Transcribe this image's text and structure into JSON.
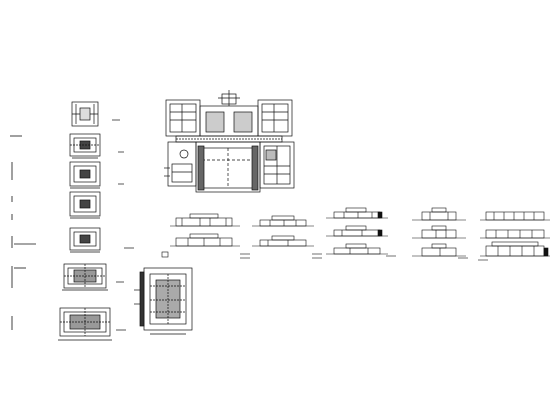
{
  "sheet": {
    "background": "#ffffff",
    "line_color": "#111111"
  },
  "drawings": {
    "floor_plans_column": {
      "count": 7
    },
    "site_plan": {
      "label": ""
    },
    "section_plan": {
      "label": ""
    },
    "elevation_groups": [
      {
        "name": "elevation-group-1",
        "rows": 2
      },
      {
        "name": "elevation-group-2",
        "rows": 2
      },
      {
        "name": "elevation-group-3",
        "rows": 3
      },
      {
        "name": "elevation-group-4",
        "rows": 3
      },
      {
        "name": "elevation-group-5",
        "rows": 3
      }
    ]
  }
}
